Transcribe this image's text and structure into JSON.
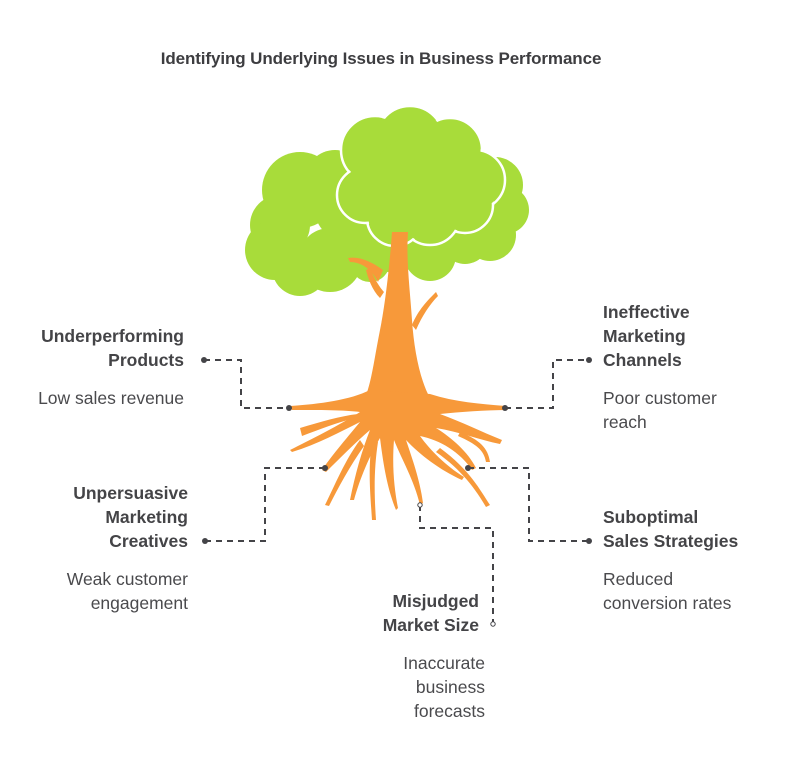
{
  "title": "Identifying Underlying Issues in Business Performance",
  "colors": {
    "canopy": "#A8DC3A",
    "trunk_roots": "#F7993A",
    "connector": "#444448",
    "text": "#444447"
  },
  "items": [
    {
      "id": "underperforming-products",
      "heading": "Underperforming Products",
      "heading_lines": [
        "Underperforming",
        "Products"
      ],
      "description": "Low sales revenue",
      "description_lines": [
        "Low sales revenue"
      ]
    },
    {
      "id": "ineffective-marketing-channels",
      "heading": "Ineffective Marketing Channels",
      "heading_lines": [
        "Ineffective",
        "Marketing",
        "Channels"
      ],
      "description": "Poor customer reach",
      "description_lines": [
        "Poor customer",
        "reach"
      ]
    },
    {
      "id": "unpersuasive-marketing-creatives",
      "heading": "Unpersuasive Marketing Creatives",
      "heading_lines": [
        "Unpersuasive",
        "Marketing",
        "Creatives"
      ],
      "description": "Weak customer engagement",
      "description_lines": [
        "Weak customer",
        "engagement"
      ]
    },
    {
      "id": "suboptimal-sales-strategies",
      "heading": "Suboptimal Sales Strategies",
      "heading_lines": [
        "Suboptimal",
        "Sales Strategies"
      ],
      "description": "Reduced conversion rates",
      "description_lines": [
        "Reduced",
        "conversion rates"
      ]
    },
    {
      "id": "misjudged-market-size",
      "heading": "Misjudged Market Size",
      "heading_lines": [
        "Misjudged",
        "Market Size"
      ],
      "description": "Inaccurate business forecasts",
      "description_lines": [
        "Inaccurate",
        "business",
        "forecasts"
      ]
    }
  ]
}
